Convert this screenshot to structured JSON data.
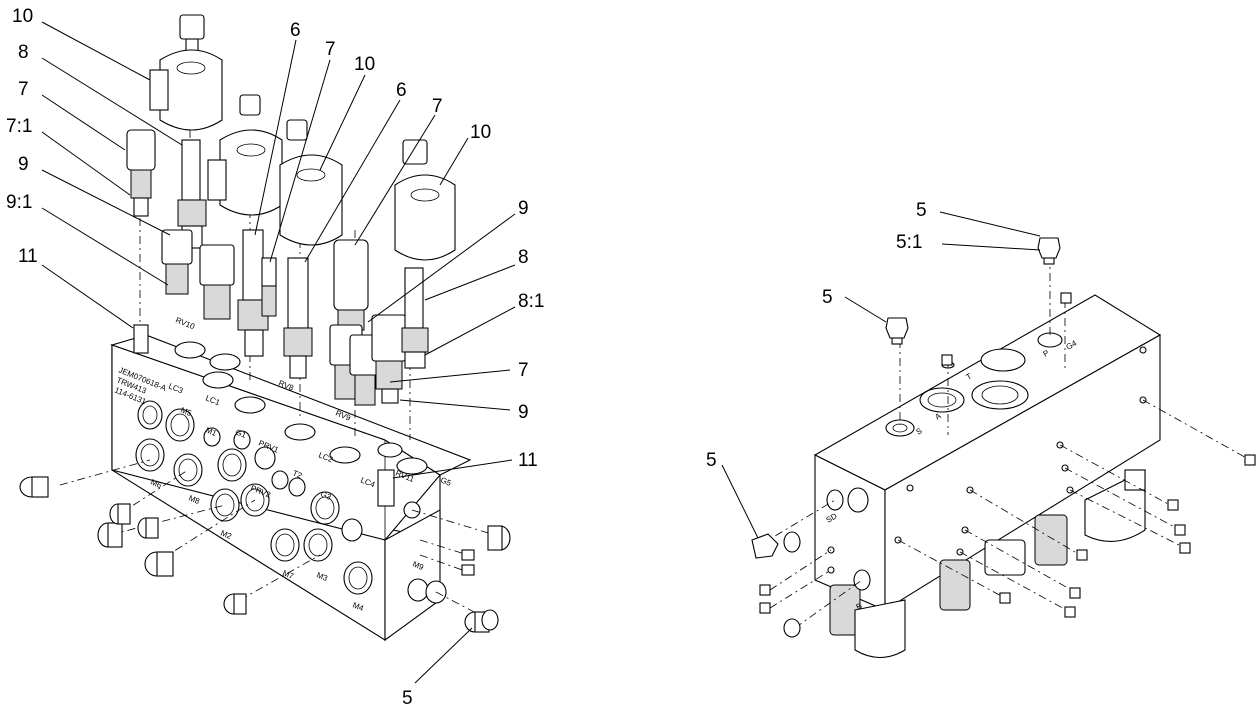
{
  "diagram": {
    "callouts": {
      "c1": "10",
      "c2": "8",
      "c3": "7",
      "c4": "7:1",
      "c5": "9",
      "c6": "9:1",
      "c7": "11",
      "c8": "6",
      "c9": "7",
      "c10": "10",
      "c11": "6",
      "c12": "7",
      "c13": "10",
      "c14": "9",
      "c15": "8",
      "c16": "8:1",
      "c17": "7",
      "c18": "9",
      "c19": "11",
      "c20": "5",
      "r1": "5",
      "r2": "5:1",
      "r3": "5",
      "r4": "5"
    },
    "port_labels": {
      "lc3": "LC3",
      "lc1": "LC1",
      "rv8": "RV8",
      "rv9": "RV9",
      "rv10": "RV10",
      "rv11": "RV11",
      "lc2": "LC2",
      "lc4": "LC4",
      "m5": "M5",
      "m6": "M6",
      "m8": "M8",
      "m2": "M2",
      "m1": "M1",
      "g1": "G1",
      "prv1": "PRV1",
      "prv2": "PRV2",
      "t2": "T2",
      "g3": "G3",
      "m7": "M7",
      "m3": "M3",
      "m4": "M4",
      "m9": "M9",
      "g5": "G5",
      "b2": "B2",
      "r_s": "S",
      "r_a": "A",
      "r_t": "T",
      "r_p": "P",
      "r_g": "G4",
      "r_sd": "SD",
      "r_b": "B"
    },
    "stamp_lines": [
      "JEM070618-A",
      "TRW413",
      "114-6131"
    ]
  }
}
